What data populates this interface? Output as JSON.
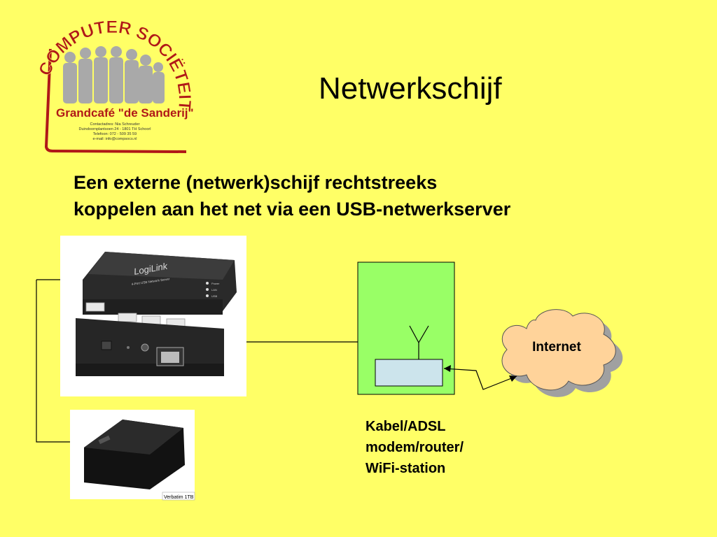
{
  "slide": {
    "title": "Netwerkschijf",
    "subtitle_line1": "Een externe (netwerk)schijf rechtstreeks",
    "subtitle_line2": "koppelen aan het net via een USB-netwerkserver",
    "router_label_line1": "Kabel/ADSL",
    "router_label_line2": "modem/router/",
    "router_label_line3": "WiFi-station",
    "internet_label": "Internet",
    "disk_caption": "Verbatim 1TB"
  },
  "logo": {
    "arc_text": "COMPUTER SOCIËTEIT",
    "venue": "Grandcafé \"de Sanderij\"",
    "contact1": "Contactadres: Nia Schreuder",
    "contact2": "Duindoornplantsoen 24 - 1801 TH Schoorl",
    "contact3": "Telefoon: 072 - 509 35 59",
    "contact4": "e-mail: info@compsocs.nl"
  },
  "device": {
    "brand": "LogiLink",
    "model": "4-Port USB Network Server",
    "led1": "Power",
    "led2": "LAN",
    "led3": "USB"
  },
  "colors": {
    "background": "#ffff66",
    "logo_red": "#b01818",
    "router_box": "#99ff66",
    "router_device": "#cce4ec",
    "cloud_fill": "#ffd39a",
    "cloud_shadow": "#a0a0a0"
  }
}
